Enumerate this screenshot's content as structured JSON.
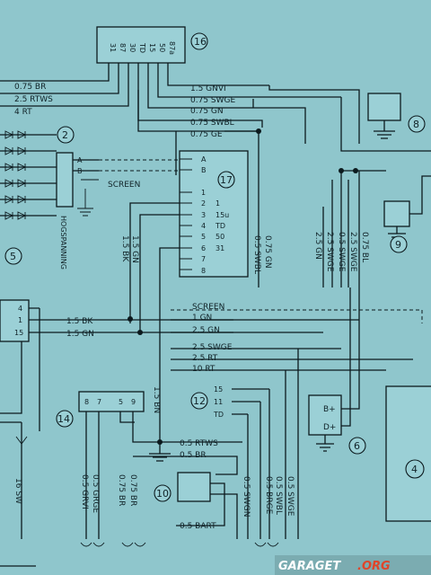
{
  "components": {
    "c16": {
      "num": "16",
      "pins": [
        "31",
        "87",
        "30",
        "TD",
        "15",
        "50",
        "87a"
      ]
    },
    "c2": {
      "num": "2",
      "pins": [
        "A",
        "B"
      ],
      "label": "HOGSPANNING"
    },
    "c17": {
      "num": "17",
      "pins": [
        "A",
        "B",
        "1",
        "2",
        "3",
        "4",
        "5",
        "6",
        "7",
        "8"
      ],
      "pin_labels": [
        "1",
        "15u",
        "TD",
        "50",
        "31"
      ]
    },
    "c8": {
      "num": "8"
    },
    "c9": {
      "num": "9"
    },
    "c5": {
      "num": "5"
    },
    "c14": {
      "num": "14",
      "pins": [
        "8",
        "7",
        "5",
        "9"
      ]
    },
    "c12": {
      "num": "12",
      "pins": [
        "15",
        "11",
        "TD"
      ]
    },
    "c6": {
      "num": "6",
      "pins": [
        "B+",
        "D+"
      ]
    },
    "c10": {
      "num": "10"
    },
    "c4": {
      "num": "4"
    },
    "c3": {
      "pins": [
        "4",
        "1",
        "15"
      ]
    }
  },
  "wires_top": [
    "0.75 BR",
    "2.5 RTWS",
    "4 RT"
  ],
  "wires_16": [
    "1.5 GNVI",
    "0.75 SWGE",
    "0.75 GN",
    "0.75 SWBL",
    "0.75 GE"
  ],
  "screen_label": "SCREEN",
  "vertical_wires": [
    "1.5 BK",
    "1.5 GN",
    "0.75 GN",
    "0.5 SWBL",
    "2.5 GN",
    "2.5 SWGE",
    "0.5 SWGE",
    "2.5 SWGE",
    "0.75 BL"
  ],
  "mid_wires": [
    "SCREEN",
    "1 GN",
    "2.5 GN",
    "2.5 SWGE",
    "2.5 RT",
    "10 RT"
  ],
  "left_wires": [
    "1.5 BK",
    "1.5 GN"
  ],
  "bn_wire": "1.5 BN",
  "bottom_wires": [
    "0.5 RTWS",
    "0.5 BR",
    "0.5 BART"
  ],
  "bottom_vertical": [
    "16 SW",
    "0.5 GRGE",
    "0.5 GRVI",
    "0.75 BR",
    "0.75 BR",
    "0.5 SWGN",
    "0.5 BRGE",
    "0.5 SWBL",
    "0.5 SWGE"
  ],
  "watermark": {
    "left": "GARAGET",
    "right": ".ORG"
  }
}
